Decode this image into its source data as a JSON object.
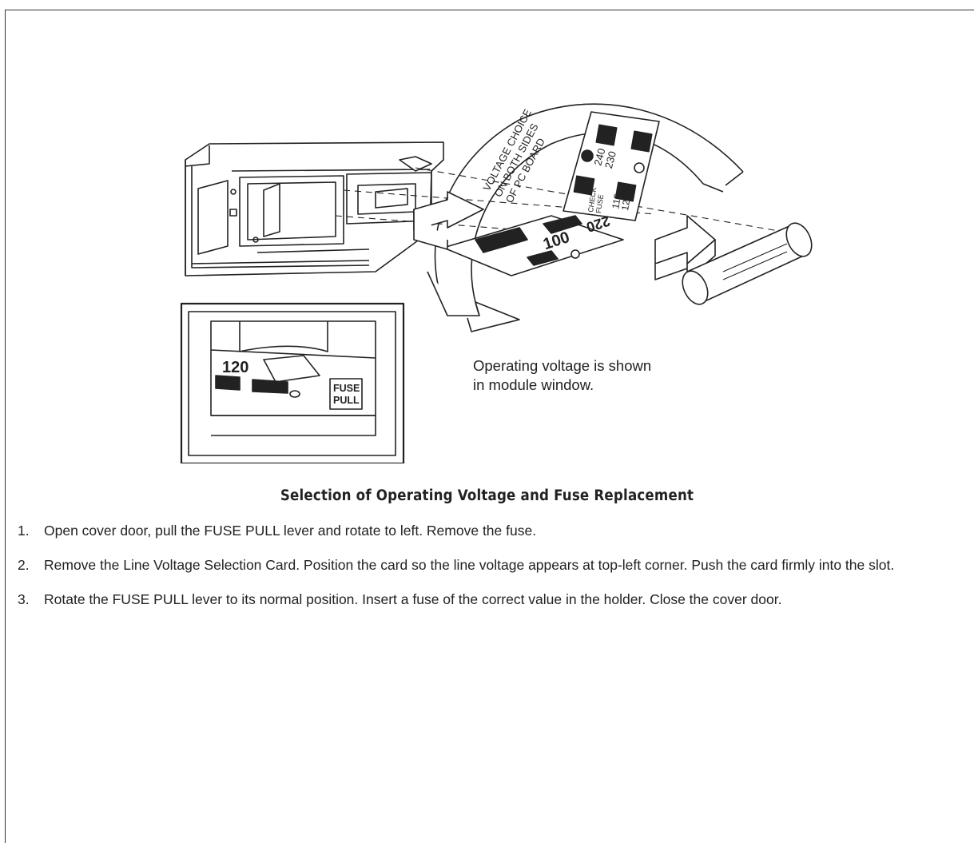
{
  "figure": {
    "card_labels": {
      "voltage_choices": [
        "VOLTAGE CHOICE",
        "ON BOTH SIDES",
        "OF PC BOARD"
      ],
      "v115": "115",
      "v120": "120",
      "v230": "230",
      "v240": "240",
      "v220": "220",
      "v100": "100",
      "check_fuse": [
        "CHECK",
        "FUSE"
      ]
    },
    "window_card_value": "120",
    "fuse_pull_label": [
      "FUSE",
      "PULL"
    ]
  },
  "caption": {
    "line1": "Operating voltage is shown",
    "line2": "in module window."
  },
  "section_title": "Selection of Operating Voltage and Fuse Replacement",
  "steps": [
    {
      "number": "1.",
      "text": "Open cover door, pull the FUSE PULL lever and rotate to left. Remove the fuse."
    },
    {
      "number": "2.",
      "text": "Remove the Line Voltage Selection Card. Position the card so the line voltage appears at top-left corner. Push the card firmly into the slot."
    },
    {
      "number": "3.",
      "text": "Rotate the FUSE PULL lever to its normal position. Insert a fuse of the correct value in the holder. Close the cover door."
    }
  ]
}
